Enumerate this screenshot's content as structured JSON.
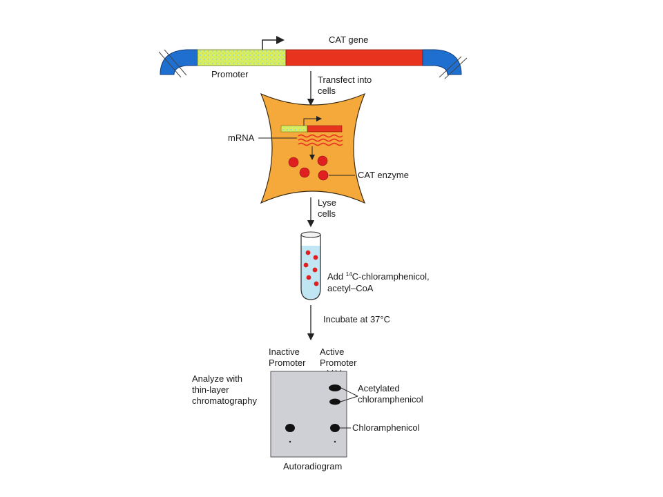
{
  "plasmid": {
    "gene_label": "CAT gene",
    "promoter_label": "Promoter"
  },
  "steps": {
    "transfect_line1": "Transfect into",
    "transfect_line2": "cells",
    "lyse_line1": "Lyse",
    "lyse_line2": "cells",
    "add_sup": "14",
    "add_line1_rest": "C-chloramphenicol,",
    "add_line1_pre": "Add ",
    "add_line2": "acetyl–CoA",
    "incubate": "Incubate at 37°C"
  },
  "cell": {
    "mrna_label": "mRNA",
    "enzyme_label": "CAT enzyme"
  },
  "tlc": {
    "inactive_line1": "Inactive",
    "inactive_line2": "Promoter",
    "active_line1": "Active",
    "active_line2": "Promoter",
    "analyze_line1": "Analyze with",
    "analyze_line2": "thin-layer",
    "analyze_line3": "chromatography",
    "acetylated_line1": "Acetylated",
    "acetylated_line2": "chloramphenicol",
    "chloramphenicol": "Chloramphenicol",
    "autoradiogram": "Autoradiogram"
  },
  "colors": {
    "vector": "#1f6fd0",
    "promoter": "#d8ee5e",
    "cat_gene": "#e8331f",
    "cell": "#f5a93a",
    "spot": "#e02020",
    "tube_liquid": "#bfe6f2",
    "tlc_plate": "#cfcfd6"
  }
}
